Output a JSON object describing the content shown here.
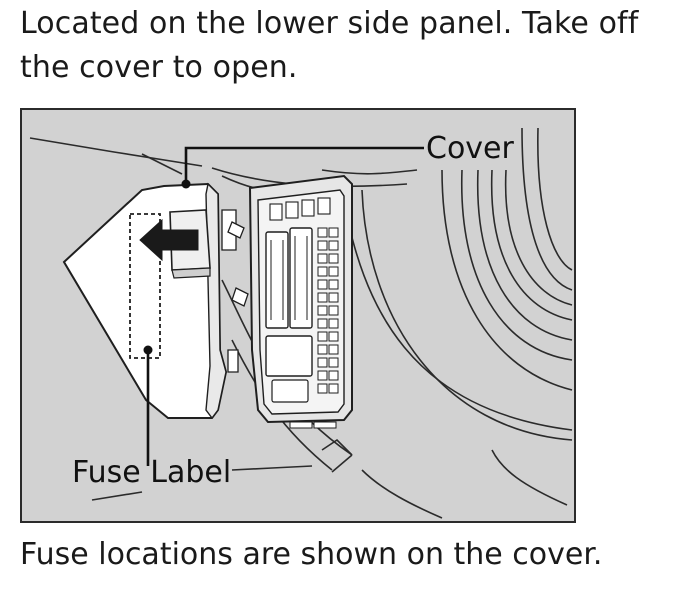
{
  "instructions": {
    "lines": [
      "Located on the lower side panel. Take off",
      "the cover to open."
    ]
  },
  "figure": {
    "callouts": {
      "cover": "Cover",
      "fuse_label": "Fuse Label"
    }
  },
  "caption": "Fuse locations are shown on the cover.",
  "colors": {
    "illustration_background": "#d2d2d2",
    "cover_fill": "#ffffff",
    "ink": "#1a1a1a"
  }
}
